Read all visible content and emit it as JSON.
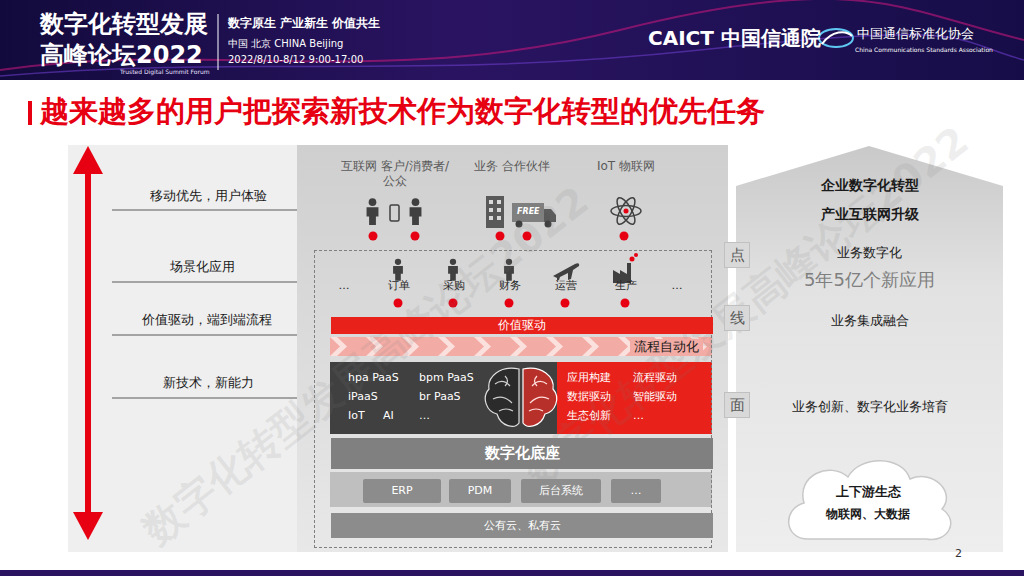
{
  "diagram": {
    "title": "越来越多的用户把探索新技术作为数字化转型的优先任务",
    "nodes": [
      {
        "text": [
          "互联网 客户/消费者/公众",
          "业务 合作伙伴",
          "IoT 物联网"
        ]
      },
      {
        "text": [
          "…",
          "订单",
          "采购",
          "财务",
          "运营",
          "生产",
          "…"
        ],
        "in": 0
      },
      {
        "text": [
          "价值驱动"
        ],
        "in": 1
      },
      {
        "text": [
          "流程自动化"
        ],
        "in": 1
      },
      {
        "text": [
          "hpa PaaS",
          "bpm PaaS",
          "iPaaS",
          "br PaaS",
          "IoT",
          "AI",
          "…",
          "应用构建",
          "流程驱动",
          "数据驱动",
          "智能驱动",
          "生态创新",
          "…"
        ],
        "in": 1
      },
      {
        "text": [
          "数字化底座"
        ],
        "in": 1
      },
      {
        "text": [
          "ERP"
        ],
        "in": 1
      },
      {
        "text": [
          "PDM"
        ],
        "in": 1
      },
      {
        "text": [
          "后台系统"
        ],
        "in": 1
      },
      {
        "text": [
          "…"
        ],
        "in": 1
      },
      {
        "text": [
          "公有云、私有云"
        ],
        "in": 1
      },
      {
        "text": [
          "企业数字化转型 产业互联网升级",
          "业务数字化",
          "5年5亿个新应用",
          "业务集成融合",
          "业务创新、数字化业务培育"
        ]
      },
      {
        "text": [
          "点"
        ],
        "in": 11
      },
      {
        "text": [
          "线"
        ],
        "in": 11
      },
      {
        "text": [
          "面"
        ],
        "in": 11
      },
      {
        "text": [
          "上下游生态",
          "物联网、大数据"
        ],
        "in": 11
      }
    ],
    "labels": [
      "数字化转型发展",
      "高峰论坛2022",
      "Trusted Digital Summit Forum",
      "数字原生 产业新生 价值共生",
      "中国 北京 CHINA Beijing",
      "2022/8/10-8/12 9:00-17:00",
      "CAICT 中国信通院",
      "中国通信标准化协会",
      "China Communications Standards Association",
      "移动优先，用户体验",
      "场景化应用",
      "价值驱动，端到端流程",
      "新技术，新能力",
      "FREE",
      "2",
      "数字化转型发展高峰论坛2022",
      "数字化转型发展高峰论坛2022"
    ]
  }
}
